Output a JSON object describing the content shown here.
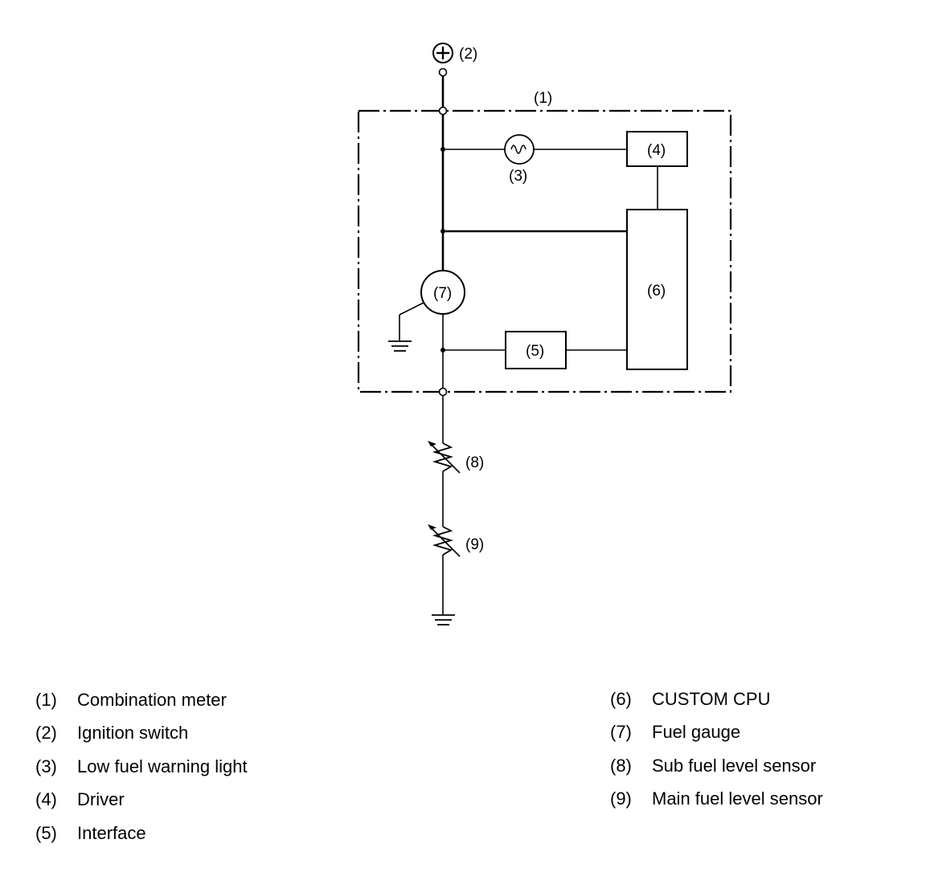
{
  "diagram": {
    "labels": {
      "n1": "(1)",
      "n2": "(2)",
      "n3": "(3)",
      "n4": "(4)",
      "n5": "(5)",
      "n6": "(6)",
      "n7": "(7)",
      "n8": "(8)",
      "n9": "(9)",
      "plus": "+"
    }
  },
  "legend": {
    "left": [
      {
        "num": "(1)",
        "label": "Combination meter"
      },
      {
        "num": "(2)",
        "label": "Ignition switch"
      },
      {
        "num": "(3)",
        "label": "Low fuel warning light"
      },
      {
        "num": "(4)",
        "label": "Driver"
      },
      {
        "num": "(5)",
        "label": "Interface"
      }
    ],
    "right": [
      {
        "num": "(6)",
        "label": "CUSTOM CPU"
      },
      {
        "num": "(7)",
        "label": "Fuel gauge"
      },
      {
        "num": "(8)",
        "label": "Sub fuel level sensor"
      },
      {
        "num": "(9)",
        "label": "Main fuel level sensor"
      }
    ]
  }
}
